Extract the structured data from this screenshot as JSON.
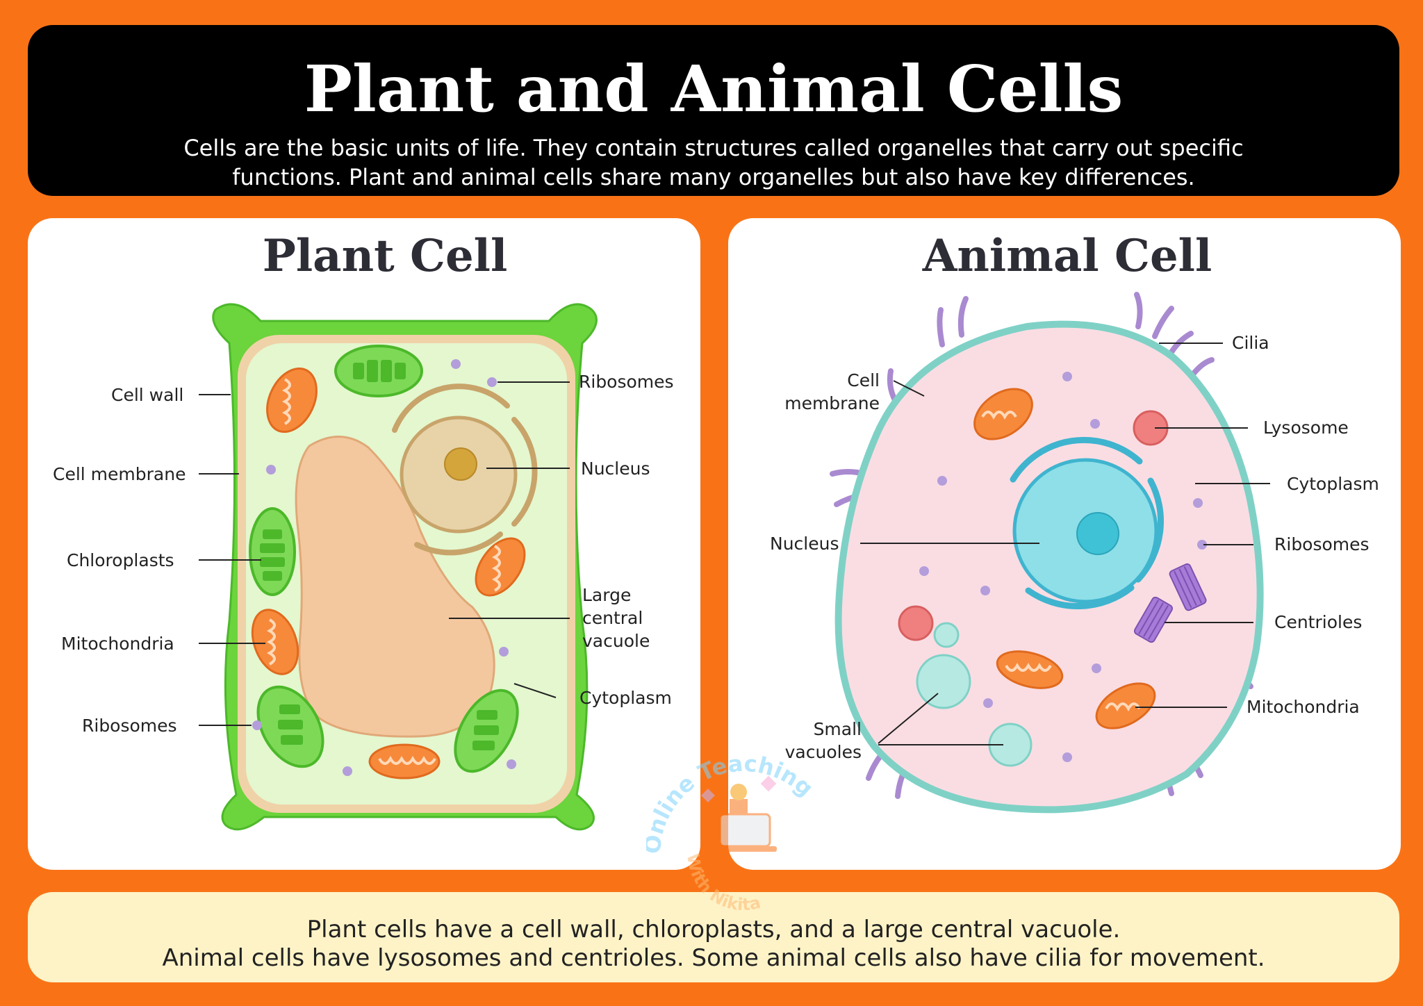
{
  "header": {
    "title": "Plant and Animal Cells",
    "subtitle": "Cells are the basic units of life. They contain structures called organelles that carry out specific functions. Plant and animal cells share many organelles but also have key differences."
  },
  "plant_cell": {
    "title": "Plant Cell",
    "labels": {
      "cell_wall": "Cell wall",
      "cell_membrane": "Cell membrane",
      "chloroplasts": "Chloroplasts",
      "mitochondria": "Mitochondria",
      "ribosomes_left": "Ribosomes",
      "ribosomes_right": "Ribosomes",
      "nucleus": "Nucleus",
      "vacuole_1": "Large",
      "vacuole_2": "central",
      "vacuole_3": "vacuole",
      "cytoplasm": "Cytoplasm"
    }
  },
  "animal_cell": {
    "title": "Animal Cell",
    "labels": {
      "cilia": "Cilia",
      "cell_membrane_1": "Cell",
      "cell_membrane_2": "membrane",
      "lysosome": "Lysosome",
      "cytoplasm": "Cytoplasm",
      "nucleus": "Nucleus",
      "ribosomes": "Ribosomes",
      "centrioles": "Centrioles",
      "mitochondria": "Mitochondria",
      "small_vacuoles_1": "Small",
      "small_vacuoles_2": "vacuoles"
    }
  },
  "footer": {
    "line1": "Plant cells have a cell wall, chloroplasts, and a large central vacuole.",
    "line2": "Animal cells have lysosomes and centrioles. Some animal cells also have cilia for movement."
  },
  "watermark": {
    "text_top": "Online Teaching",
    "text_bottom": "With Nikita"
  },
  "colors": {
    "background": "#F97316",
    "cell_wall": "#6CD43C",
    "plant_cytoplasm": "#E4F7CF",
    "animal_cytoplasm": "#FADDE3",
    "animal_membrane": "#7FD1C6",
    "vacuole": "#F4C89E",
    "nucleus_plant": "#E8D3A8",
    "nucleus_animal": "#8EDFE8",
    "mitochondria": "#F7893B",
    "chloroplast": "#7ED957",
    "ribosome": "#B39DDB",
    "lysosome": "#F08080"
  }
}
